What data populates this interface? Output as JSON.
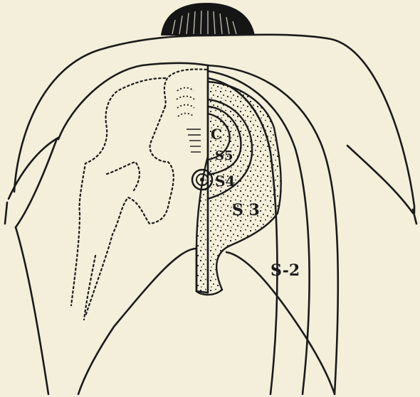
{
  "diagram": {
    "ink_color": "#1a1a1a",
    "paper_color": "#f3efdb",
    "labels": {
      "coccygeal": "C",
      "s5": "S5",
      "s4": "S4",
      "s3": "S 3",
      "s2": "S-2"
    }
  }
}
